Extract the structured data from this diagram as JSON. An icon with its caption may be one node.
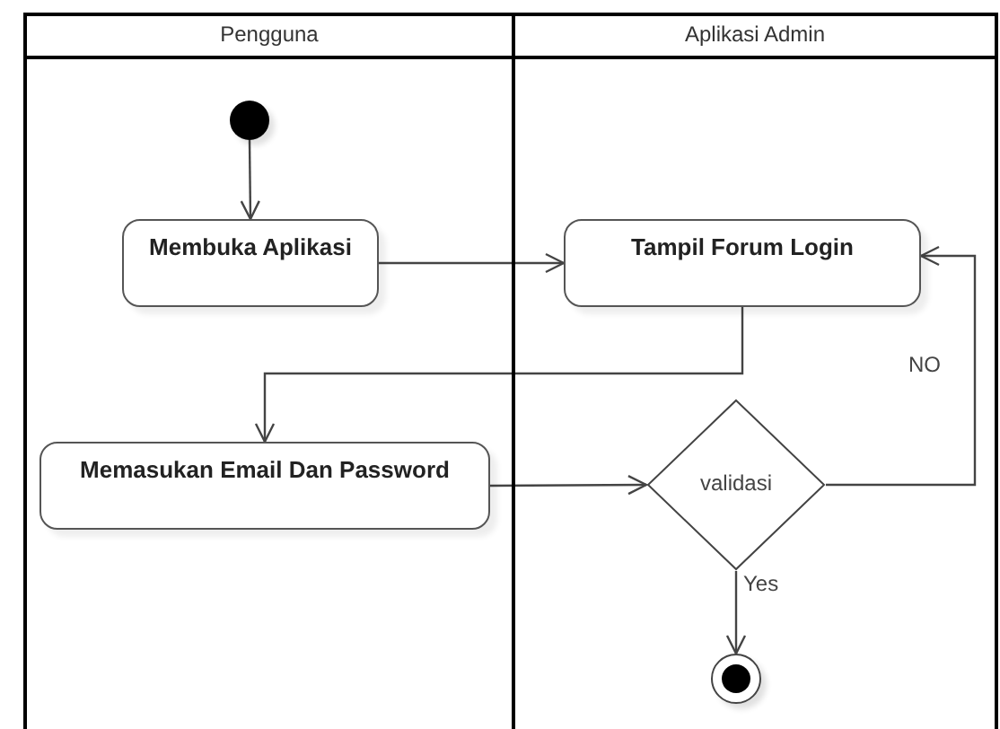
{
  "diagram": {
    "nodes": [
      {
        "text": [
          "Pengguna"
        ]
      },
      {
        "text": [
          "Aplikasi Admin"
        ]
      },
      {
        "text": [],
        "shape": "circle",
        "in": 0
      },
      {
        "text": [
          "Membuka Aplikasi"
        ],
        "in": 0
      },
      {
        "text": [
          "Tampil Forum Login"
        ],
        "in": 1
      },
      {
        "text": [
          "Memasukan Email Dan Password"
        ],
        "in": 0
      },
      {
        "text": [
          "validasi"
        ],
        "in": 1
      },
      {
        "text": [],
        "shape": "circle",
        "in": 1
      }
    ],
    "edges": [
      {
        "from": 2,
        "to": 3,
        "arrow": "to"
      },
      {
        "from": 3,
        "to": 4,
        "arrow": "to"
      },
      {
        "from": 4,
        "to": 5,
        "arrow": "to"
      },
      {
        "from": 5,
        "to": 6,
        "arrow": "to"
      },
      {
        "from": 6,
        "to": 4,
        "arrow": "to",
        "label": "NO"
      },
      {
        "from": 6,
        "to": 7,
        "arrow": "to",
        "label": "Yes"
      }
    ]
  }
}
